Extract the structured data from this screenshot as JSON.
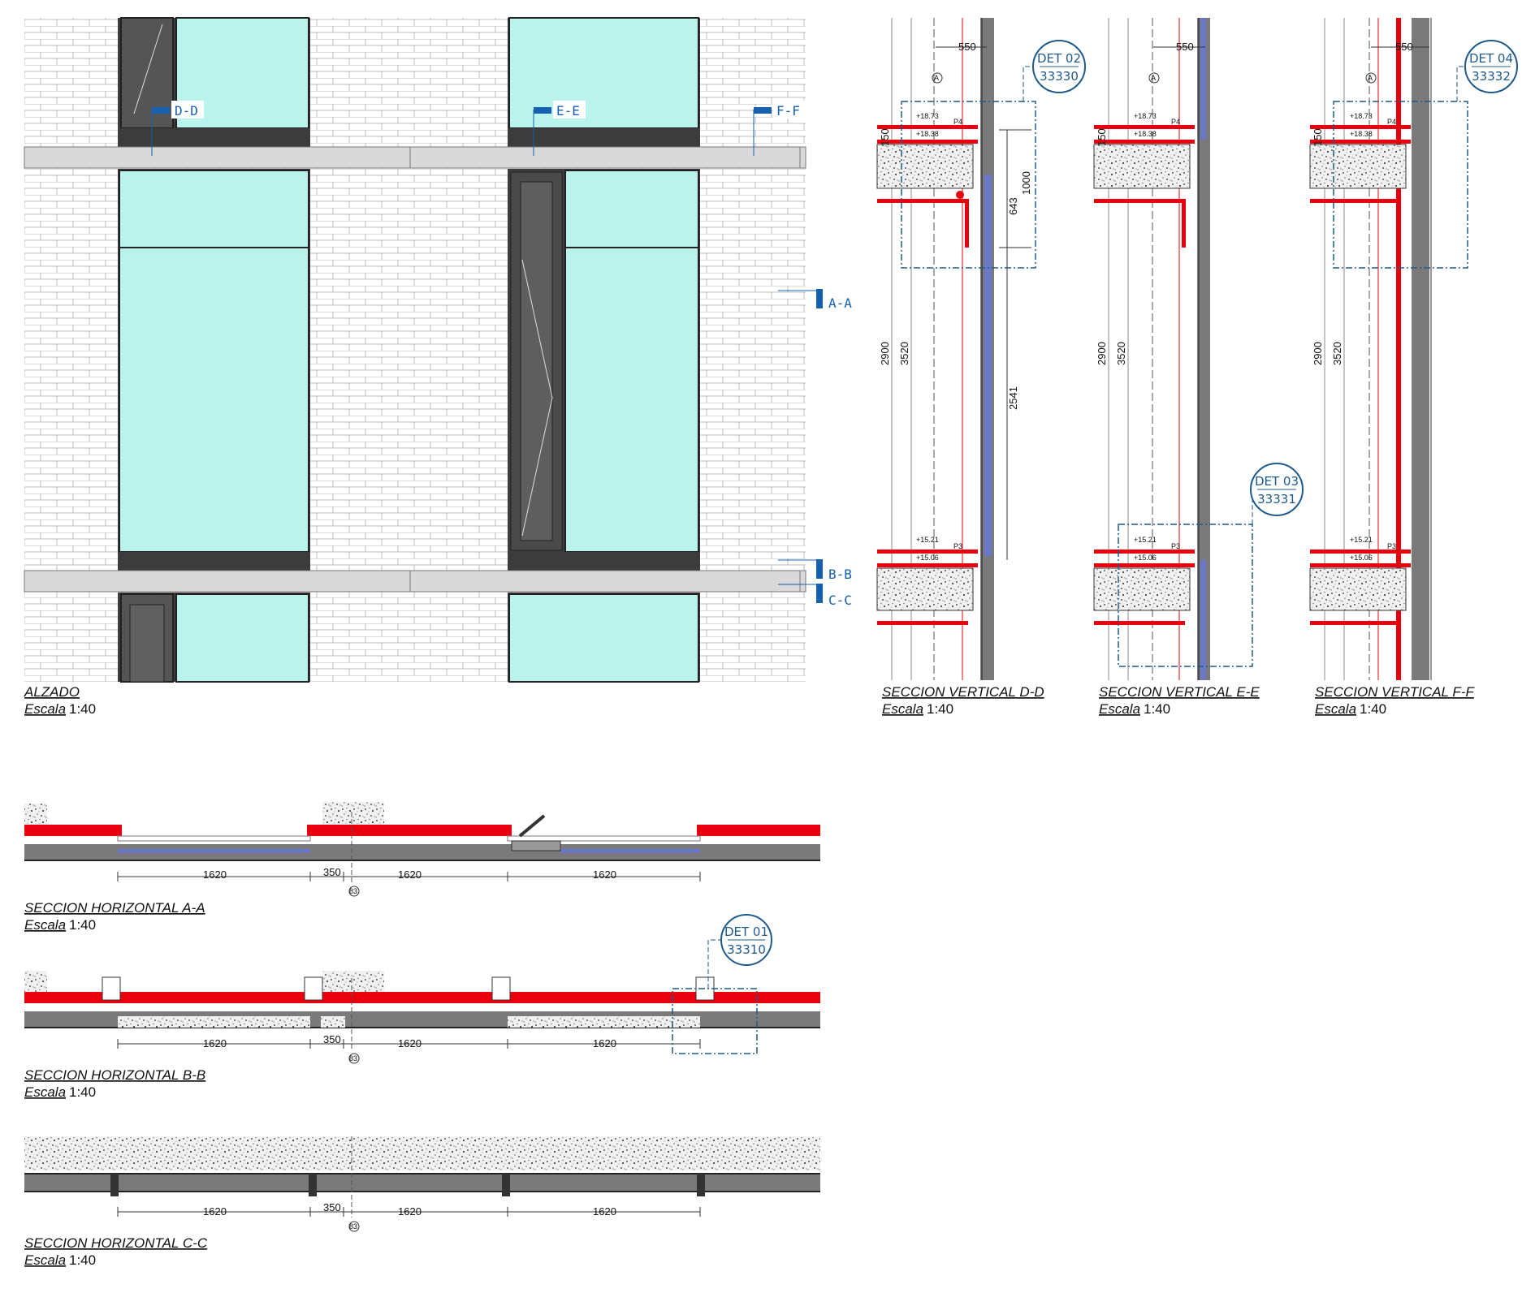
{
  "colors": {
    "glass": "#b9f3ec",
    "frame_dark": "#3c3c3c",
    "slab_band": "#d9d9d9",
    "insulation_red": "#e8000f",
    "callout_blue": "#1f5a8c",
    "section_tag_blue": "#1560b0"
  },
  "drawings": {
    "alzado": {
      "title": "ALZADO",
      "scale_word": "Escala",
      "scale_value": "1:40"
    },
    "dd": {
      "title": "SECCION VERTICAL D-D",
      "scale_word": "Escala",
      "scale_value": "1:40"
    },
    "ee": {
      "title": "SECCION VERTICAL E-E",
      "scale_word": "Escala",
      "scale_value": "1:40"
    },
    "ff": {
      "title": "SECCION VERTICAL F-F",
      "scale_word": "Escala",
      "scale_value": "1:40"
    },
    "aa": {
      "title": "SECCION HORIZONTAL A-A",
      "scale_word": "Escala",
      "scale_value": "1:40"
    },
    "bb": {
      "title": "SECCION HORIZONTAL B-B",
      "scale_word": "Escala",
      "scale_value": "1:40"
    },
    "cc": {
      "title": "SECCION HORIZONTAL C-C",
      "scale_word": "Escala",
      "scale_value": "1:40"
    }
  },
  "section_tags": {
    "dd": "D-D",
    "ee": "E-E",
    "ff": "F-F",
    "aa": "A-A",
    "bb": "B-B",
    "cc": "C-C"
  },
  "details": {
    "det02": {
      "line1": "DET 02",
      "line2": "33330"
    },
    "det03": {
      "line1": "DET 03",
      "line2": "33331"
    },
    "det04": {
      "line1": "DET 04",
      "line2": "33332"
    },
    "det01": {
      "line1": "DET 01",
      "line2": "33310"
    }
  },
  "dims": {
    "d550": "550",
    "d150": "150",
    "d2900": "2900",
    "d3520": "3520",
    "d1000": "1000",
    "d643": "643",
    "d2541": "2541",
    "d1620": "1620",
    "d350": "350",
    "axis_A": "A",
    "axis_83": "83"
  },
  "levels": {
    "top1": "+18.73",
    "top2": "+18.38",
    "low1": "+15.21",
    "low2": "+15.06",
    "p4": "P4",
    "p3": "P3"
  }
}
